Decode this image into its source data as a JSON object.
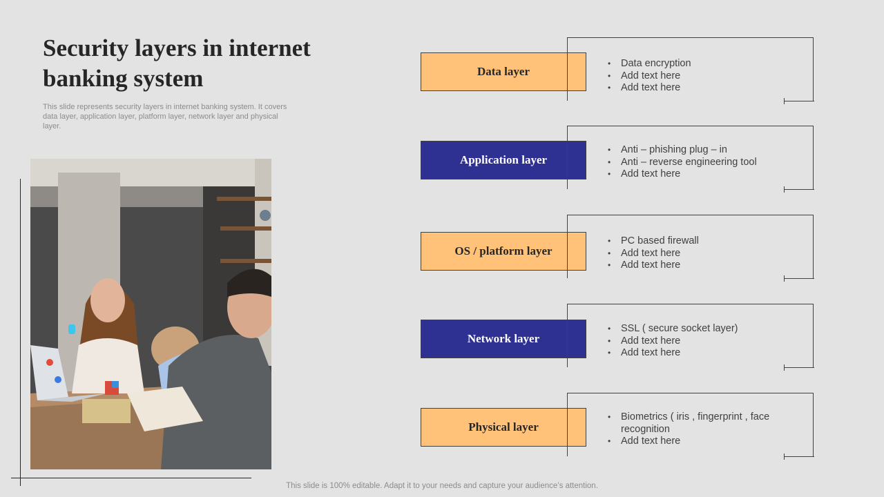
{
  "title": "Security layers in internet banking system",
  "subtitle": "This slide represents security layers in internet banking system. It covers data layer, application layer, platform layer, network layer and physical layer.",
  "layers": [
    {
      "label": "Data layer",
      "style": "orange",
      "bullets": [
        "Data encryption",
        "Add text here",
        "Add text here"
      ]
    },
    {
      "label": "Application layer",
      "style": "blue",
      "bullets": [
        "Anti – phishing plug – in",
        "Anti – reverse engineering tool",
        "Add text here"
      ]
    },
    {
      "label": "OS / platform layer",
      "style": "orange",
      "bullets": [
        "PC based firewall",
        "Add text here",
        "Add text here"
      ]
    },
    {
      "label": "Network layer",
      "style": "blue",
      "bullets": [
        "SSL ( secure socket layer)",
        "Add text here",
        "Add text here"
      ]
    },
    {
      "label": "Physical layer",
      "style": "orange",
      "bullets": [
        "Biometrics ( iris , fingerprint , face recognition",
        "Add text here"
      ]
    }
  ],
  "colors": {
    "orange": "#ffc278",
    "blue": "#2e3192",
    "background": "#e3e3e3"
  },
  "photo": {
    "description_icon": "team-meeting-photo"
  },
  "footer": "This slide is 100% editable. Adapt it to your needs and capture your audience’s attention."
}
